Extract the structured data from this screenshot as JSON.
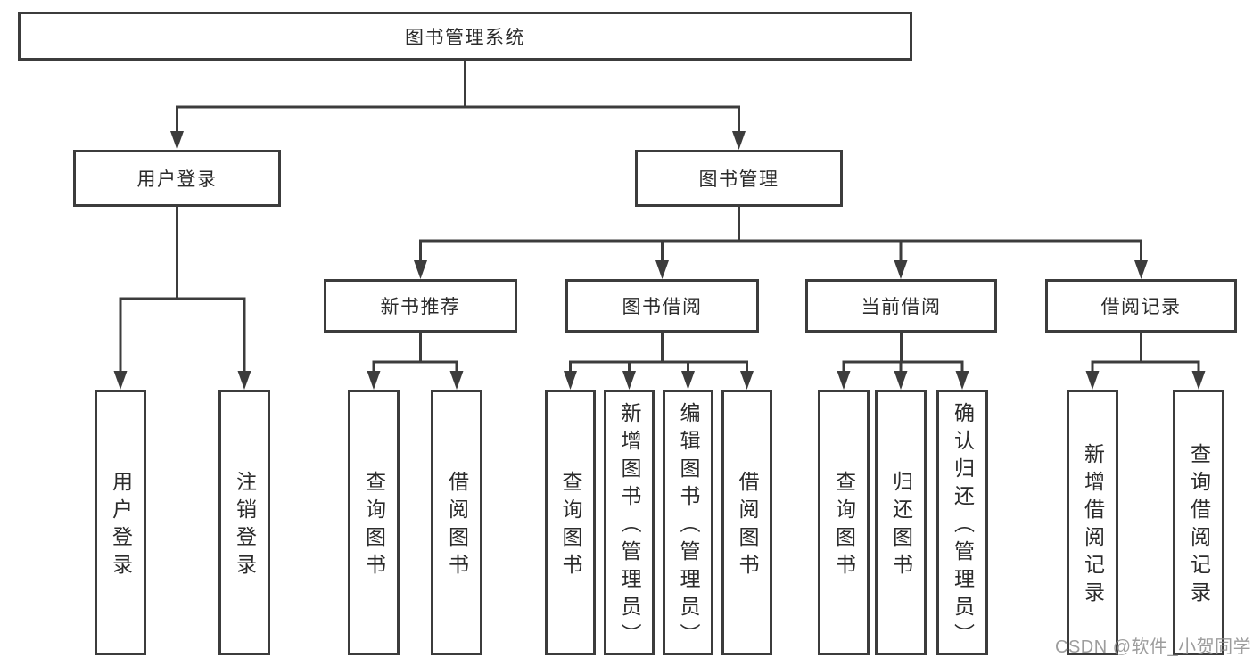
{
  "page": {
    "background": "#ffffff",
    "line_color": "#3c3c3c",
    "text_color": "#2b2b2b"
  },
  "diagram": {
    "root": {
      "label": "图书管理系统"
    },
    "level2": [
      {
        "label": "用户登录"
      },
      {
        "label": "图书管理"
      }
    ],
    "level3": [
      {
        "label": "新书推荐"
      },
      {
        "label": "图书借阅"
      },
      {
        "label": "当前借阅"
      },
      {
        "label": "借阅记录"
      }
    ],
    "leaves": {
      "user_login": [
        {
          "label": "用户登录"
        },
        {
          "label": "注销登录"
        }
      ],
      "new_book_recommend": [
        {
          "label": "查询图书"
        },
        {
          "label": "借阅图书"
        }
      ],
      "book_borrow": [
        {
          "label": "查询图书"
        },
        {
          "label": "新增图书（管理员）"
        },
        {
          "label": "编辑图书（管理员）"
        },
        {
          "label": "借阅图书"
        }
      ],
      "current_borrow": [
        {
          "label": "查询图书"
        },
        {
          "label": "归还图书"
        },
        {
          "label": "确认归还（管理员）"
        }
      ],
      "borrow_records": [
        {
          "label": "新增借阅记录"
        },
        {
          "label": "查询借阅记录"
        }
      ]
    }
  },
  "watermark": {
    "text": "CSDN @软件_小贺同学"
  }
}
